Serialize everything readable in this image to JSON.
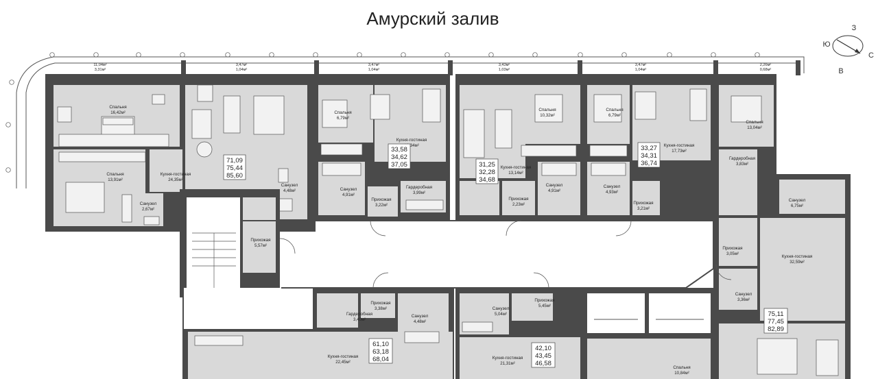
{
  "title": "Амурский залив",
  "compass": {
    "letters": [
      "З",
      "Ю",
      "С",
      "В"
    ]
  },
  "balconies": [
    {
      "a": "11,04м²",
      "b": "3,31м²"
    },
    {
      "a": "3,47м²",
      "b": "1,04м²"
    },
    {
      "a": "3,47м²",
      "b": "1,04м²"
    },
    {
      "a": "3,43м²",
      "b": "1,03м²"
    },
    {
      "a": "3,47м²",
      "b": "1,04м²"
    },
    {
      "a": "2,26м²",
      "b": "0,68м²"
    }
  ],
  "rooms": [
    {
      "name": "Спальня",
      "area": "16,42м²"
    },
    {
      "name": "Спальня",
      "area": "13,91м²"
    },
    {
      "name": "Кухня-гостиная",
      "area": "24,35м²"
    },
    {
      "name": "Санузел",
      "area": "2,67м²"
    },
    {
      "name": "Санузел",
      "area": "4,48м²"
    },
    {
      "name": "Прихожая",
      "area": "5,57м²"
    },
    {
      "name": "Спальня",
      "area": "6,79м²"
    },
    {
      "name": "Санузел",
      "area": "4,91м²"
    },
    {
      "name": "Прихожая",
      "area": "3,22м²"
    },
    {
      "name": "Кухня-гостиная",
      "area": "13,34м²"
    },
    {
      "name": "Гардеробная",
      "area": "3,99м²"
    },
    {
      "name": "Кухня-гостиная",
      "area": "13,14м²"
    },
    {
      "name": "Прихожая",
      "area": "2,23м²"
    },
    {
      "name": "Спальня",
      "area": "10,32м²"
    },
    {
      "name": "Санузел",
      "area": "4,91м²"
    },
    {
      "name": "Спальня",
      "area": "6,79м²"
    },
    {
      "name": "Санузел",
      "area": "4,93м²"
    },
    {
      "name": "Кухня-гостиная",
      "area": "17,73м²"
    },
    {
      "name": "Прихожая",
      "area": "3,21м²"
    },
    {
      "name": "Спальня",
      "area": "13,04м²"
    },
    {
      "name": "Гардеробная",
      "area": "3,83м²"
    },
    {
      "name": "Санузел",
      "area": "6,75м²"
    },
    {
      "name": "Прихожая",
      "area": "3,05м²"
    },
    {
      "name": "Кухня-гостиная",
      "area": "32,59м²"
    },
    {
      "name": "Санузел",
      "area": "3,36м²"
    },
    {
      "name": "Прихожая",
      "area": "3,38м²"
    },
    {
      "name": "Санузел",
      "area": "4,48м²"
    },
    {
      "name": "Гардеробная",
      "area": "3,40м²"
    },
    {
      "name": "Кухня-гостиная",
      "area": "22,45м²"
    },
    {
      "name": "Санузел",
      "area": "5,04м²"
    },
    {
      "name": "Прихожая",
      "area": "5,45м²"
    },
    {
      "name": "Кухня-гостиная",
      "area": "21,31м²"
    },
    {
      "name": "Спальня",
      "area": "10,84м²"
    }
  ],
  "apartments": [
    {
      "values": [
        "71,09",
        "75,44",
        "85,60"
      ]
    },
    {
      "values": [
        "33,58",
        "34,62",
        "37,05"
      ]
    },
    {
      "values": [
        "31,25",
        "32,28",
        "34,68"
      ]
    },
    {
      "values": [
        "33,27",
        "34,31",
        "36,74"
      ]
    },
    {
      "values": [
        "75,11",
        "77,45",
        "82,89"
      ]
    },
    {
      "values": [
        "61,10",
        "63,18",
        "68,04"
      ]
    },
    {
      "values": [
        "42,10",
        "43,45",
        "46,58"
      ]
    }
  ],
  "colors": {
    "wall": "#4a4a4a",
    "room": "#d9d9d9",
    "furniture": "#f2f2f2"
  }
}
